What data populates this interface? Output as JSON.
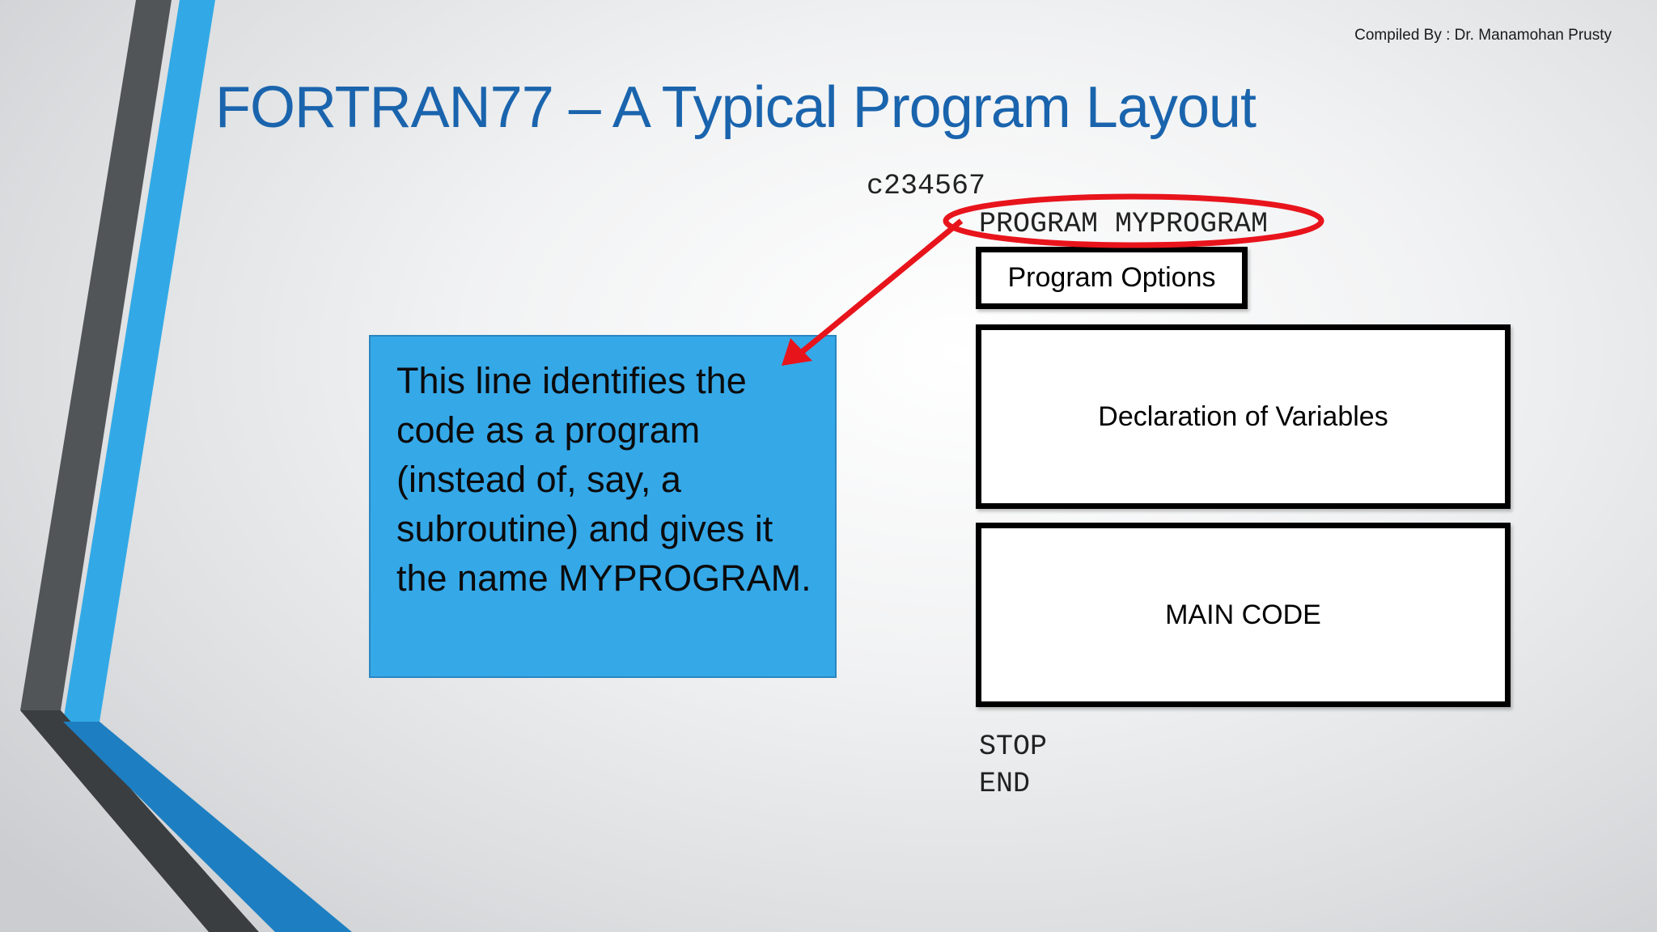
{
  "slide": {
    "credit": "Compiled By : Dr. Manamohan Prusty",
    "title": "FORTRAN77 – A Typical Program Layout",
    "code": {
      "ruler": "c234567",
      "program_statement": "PROGRAM MYPROGRAM",
      "stop": "STOP",
      "end": "END"
    },
    "boxes": {
      "program_options": "Program Options",
      "declaration": "Declaration of Variables",
      "main_code": "MAIN CODE"
    },
    "callout": {
      "text": "This line identifies the code as a program (instead of, say, a subroutine) and gives it the name MYPROGRAM."
    },
    "colors": {
      "title": "#1a64ad",
      "callout_fill": "#35a8e8",
      "highlight": "#e8141c"
    }
  }
}
